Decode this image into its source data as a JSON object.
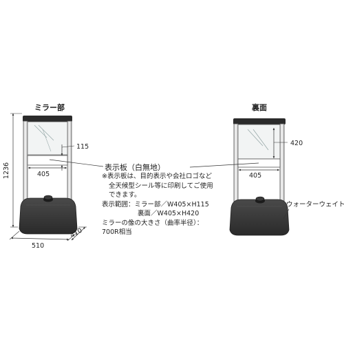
{
  "left_stand": {
    "title": "ミラー部",
    "height": "1236",
    "width": "510",
    "depth": "410",
    "display_width": "405",
    "display_height": "115"
  },
  "right_stand": {
    "title": "裏面",
    "display_width": "405",
    "display_height": "420",
    "water_weight_label": "ウォーターウェイト"
  },
  "callout": {
    "label": "表示板（白無地）"
  },
  "notes": {
    "line1": "※表示板は、目的表示や会社ロゴなど",
    "line2": "全天候型シール等に印刷してご使用",
    "line3": "できます。",
    "line4": "表示範囲：ミラー部／W405×H115",
    "line5": "裏面／W405×H420",
    "line6": "ミラーの像の大きさ（曲率半径）：",
    "line7": "700R相当"
  }
}
